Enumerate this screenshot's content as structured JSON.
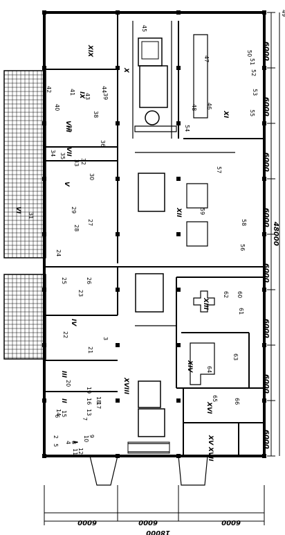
{
  "dimensions": {
    "bays": [
      "6000",
      "6000",
      "6000",
      "6000",
      "6000",
      "6000",
      "6000",
      "6000"
    ],
    "total_length": "48000",
    "bottom_bays": [
      "6000",
      "6000",
      "6000"
    ],
    "total_width": "18000"
  },
  "rooms": {
    "r_xix": "XIX",
    "r_x": "X",
    "r_xi": "XI",
    "r_ix": "IX",
    "r_viii": "VIII",
    "r_vii": "VII",
    "r_vi": "VI",
    "r_v": "V",
    "r_iv": "IV",
    "r_xii": "XII",
    "r_xiii": "XIII",
    "r_xiv": "XIV",
    "r_xv": "XV",
    "r_xvi": "XVI",
    "r_xvii": "XVII",
    "r_xviii": "XVIII",
    "r_iii": "III",
    "r_ii": "II",
    "r_i": "I"
  },
  "equipment": [
    "1",
    "2",
    "3",
    "4",
    "5",
    "6",
    "7",
    "8",
    "9",
    "10",
    "11",
    "12",
    "13",
    "14",
    "15",
    "16",
    "17",
    "18",
    "19",
    "20",
    "21",
    "22",
    "23",
    "24",
    "25",
    "26",
    "27",
    "28",
    "29",
    "30",
    "31",
    "32",
    "33",
    "34",
    "35",
    "36",
    "37",
    "38",
    "39",
    "40",
    "41",
    "42",
    "43",
    "44",
    "45",
    "46",
    "47",
    "48",
    "49",
    "50",
    "51",
    "52",
    "53",
    "54",
    "55",
    "56",
    "57",
    "58",
    "59",
    "60",
    "61",
    "62",
    "63",
    "64",
    "65",
    "66"
  ],
  "colors": {
    "line": "#000000",
    "paper": "#ffffff"
  }
}
